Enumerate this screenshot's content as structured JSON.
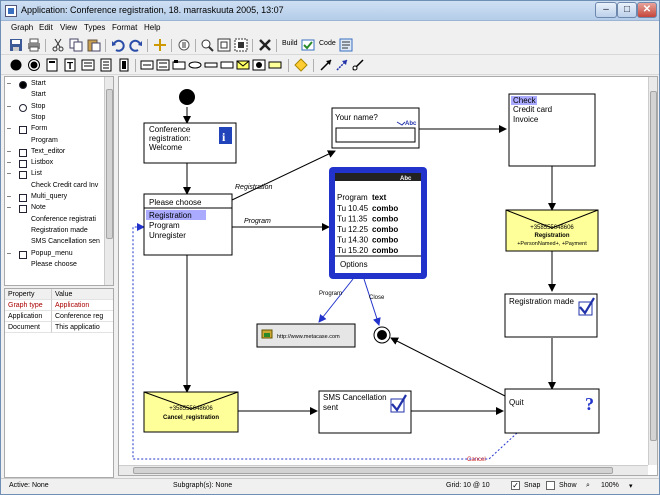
{
  "window": {
    "title": "Application: Conference registration, 18. marraskuuta 2005, 13:07",
    "min_label": "–",
    "max_label": "□",
    "close_label": "✕"
  },
  "menu": [
    "Graph",
    "Edit",
    "View",
    "Types",
    "Format",
    "Help"
  ],
  "toolbar": {
    "build_label": "Build",
    "code_label": "Code"
  },
  "tree": [
    {
      "label": "Start",
      "level": 0,
      "icon": "start-icon"
    },
    {
      "label": "Start",
      "level": 1
    },
    {
      "label": "Stop",
      "level": 0,
      "icon": "stop-icon"
    },
    {
      "label": "Stop",
      "level": 1
    },
    {
      "label": "Form",
      "level": 0,
      "icon": "form-icon"
    },
    {
      "label": "Program",
      "level": 1
    },
    {
      "label": "Text_editor",
      "level": 0,
      "icon": "text-editor-icon"
    },
    {
      "label": "Listbox",
      "level": 0,
      "icon": "listbox-icon"
    },
    {
      "label": "List",
      "level": 0,
      "icon": "list-icon"
    },
    {
      "label": "Check Credit card Inv",
      "level": 1
    },
    {
      "label": "Multi_query",
      "level": 0,
      "icon": "multi-query-icon"
    },
    {
      "label": "Note",
      "level": 0,
      "icon": "note-icon"
    },
    {
      "label": "Conference registrati",
      "level": 1
    },
    {
      "label": "Registration made",
      "level": 1
    },
    {
      "label": "SMS Cancellation sen",
      "level": 1
    },
    {
      "label": "Popup_menu",
      "level": 0,
      "icon": "popup-menu-icon"
    },
    {
      "label": "Please choose",
      "level": 1
    }
  ],
  "properties": {
    "headers": [
      "Property",
      "Value"
    ],
    "rows": [
      {
        "property": "Graph type",
        "value": "Application",
        "highlight": true
      },
      {
        "property": "Application",
        "value": "Conference reg",
        "highlight": false
      },
      {
        "property": "Document",
        "value": "This applicatio",
        "highlight": false
      }
    ]
  },
  "diagram": {
    "welcome": {
      "lines": [
        "Conference",
        "registration:",
        "Welcome"
      ]
    },
    "choose": {
      "title": "Please choose",
      "items": [
        "Registration",
        "Program",
        "Unregister"
      ],
      "selected": 0
    },
    "name": {
      "title": "Your name?",
      "badge": "Abc"
    },
    "check": {
      "items": [
        "Check",
        "Credit card",
        "Invoice"
      ],
      "selected": 0
    },
    "program": {
      "badge": "Abc",
      "header": "Program",
      "header_value": "text",
      "rows": [
        {
          "day": "Tu",
          "time": "10.45",
          "value": "combo"
        },
        {
          "day": "Tu",
          "time": "11.35",
          "value": "combo"
        },
        {
          "day": "Tu",
          "time": "12.25",
          "value": "combo"
        },
        {
          "day": "Tu",
          "time": "14.30",
          "value": "combo"
        },
        {
          "day": "Tu",
          "time": "15.20",
          "value": "combo"
        }
      ],
      "options": "Options"
    },
    "sms_reg": {
      "number": "+358555648606",
      "title": "Registration",
      "params": "+PersonNamed+, +Payment"
    },
    "reg_made": {
      "title": "Registration made"
    },
    "url": {
      "text": "http://www.metacase.com"
    },
    "sms_cancel": {
      "number": "+358555648606",
      "title": "Cancel_registration"
    },
    "sms_sent": {
      "lines": [
        "SMS Cancellation",
        "sent"
      ]
    },
    "quit": {
      "title": "Quit"
    },
    "labels": {
      "registration": "Registration",
      "program": "Program",
      "program2": "Program",
      "close": "Close",
      "cancel": "Cancel"
    }
  },
  "status": {
    "active": "Active: None",
    "subgraphs": "Subgraph(s): None",
    "grid": "Grid: 10 @ 10",
    "snap": "Snap",
    "show": "Show",
    "zoom": "100%"
  },
  "colors": {
    "accent": "#3344cc",
    "note_yellow": "#ffff99",
    "selection": "#aaaaff"
  }
}
